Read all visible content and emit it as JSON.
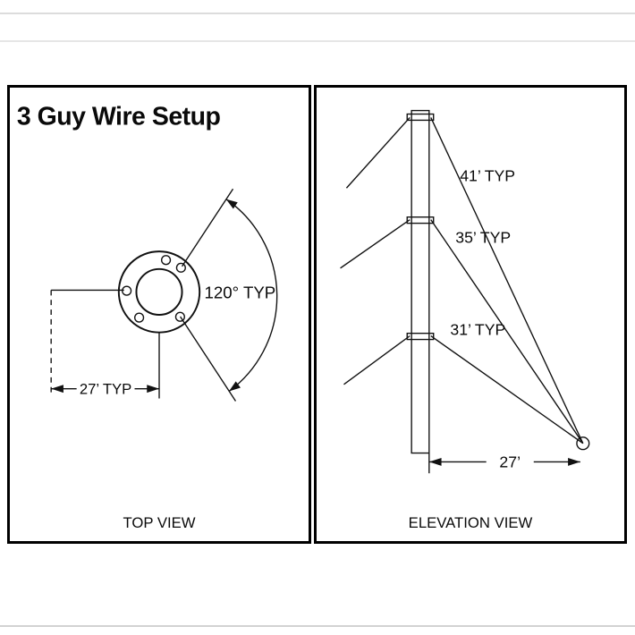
{
  "title": "3 Guy Wire Setup",
  "top_view": {
    "caption": "TOP VIEW",
    "angle_label": "120° TYP",
    "dim_label": "27’ TYP"
  },
  "elevation_view": {
    "caption": "ELEVATION VIEW",
    "wire_labels": [
      "41’ TYP",
      "35’ TYP",
      "31’ TYP"
    ],
    "ground_dim_label": "27’"
  },
  "colors": {
    "line": "#111111",
    "flange_fill": "#d2d2d2",
    "mast_fill": "#d6d6d6",
    "collar_fill": "#9a9a9a",
    "anchor_fill": "#c2c2c2"
  }
}
